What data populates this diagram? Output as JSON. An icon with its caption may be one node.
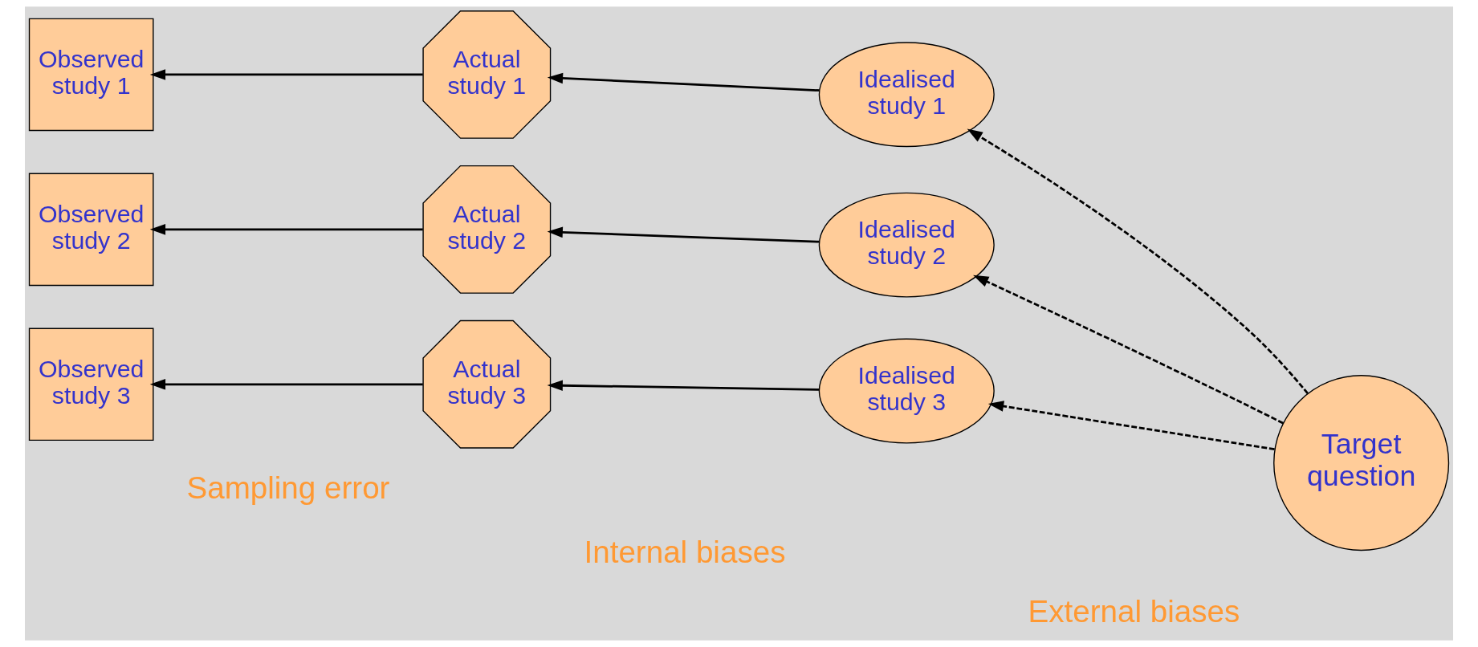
{
  "diagram": {
    "nodes": [
      {
        "text": [
          "Observed study 1"
        ]
      },
      {
        "text": [
          "Observed study 2"
        ]
      },
      {
        "text": [
          "Observed study 3"
        ]
      },
      {
        "text": [
          "Actual study 1"
        ]
      },
      {
        "text": [
          "Actual study 2"
        ]
      },
      {
        "text": [
          "Actual study 3"
        ]
      },
      {
        "text": [
          "Idealised study 1"
        ]
      },
      {
        "text": [
          "Idealised study 2"
        ]
      },
      {
        "text": [
          "Idealised study 3"
        ]
      },
      {
        "text": [
          "Target question"
        ]
      }
    ],
    "edges": [
      {
        "from": 3,
        "to": 0,
        "arrow": "to"
      },
      {
        "from": 6,
        "to": 3,
        "arrow": "to"
      },
      {
        "from": 9,
        "to": 6,
        "arrow": "to",
        "style": "dashed"
      },
      {
        "from": 4,
        "to": 1,
        "arrow": "to"
      },
      {
        "from": 7,
        "to": 4,
        "arrow": "to"
      },
      {
        "from": 9,
        "to": 7,
        "arrow": "to",
        "style": "dashed"
      },
      {
        "from": 5,
        "to": 2,
        "arrow": "to"
      },
      {
        "from": 8,
        "to": 5,
        "arrow": "to"
      },
      {
        "from": 9,
        "to": 8,
        "arrow": "to",
        "style": "dashed"
      }
    ],
    "labels": [
      "Sampling error",
      "Internal biases",
      "External biases"
    ]
  }
}
